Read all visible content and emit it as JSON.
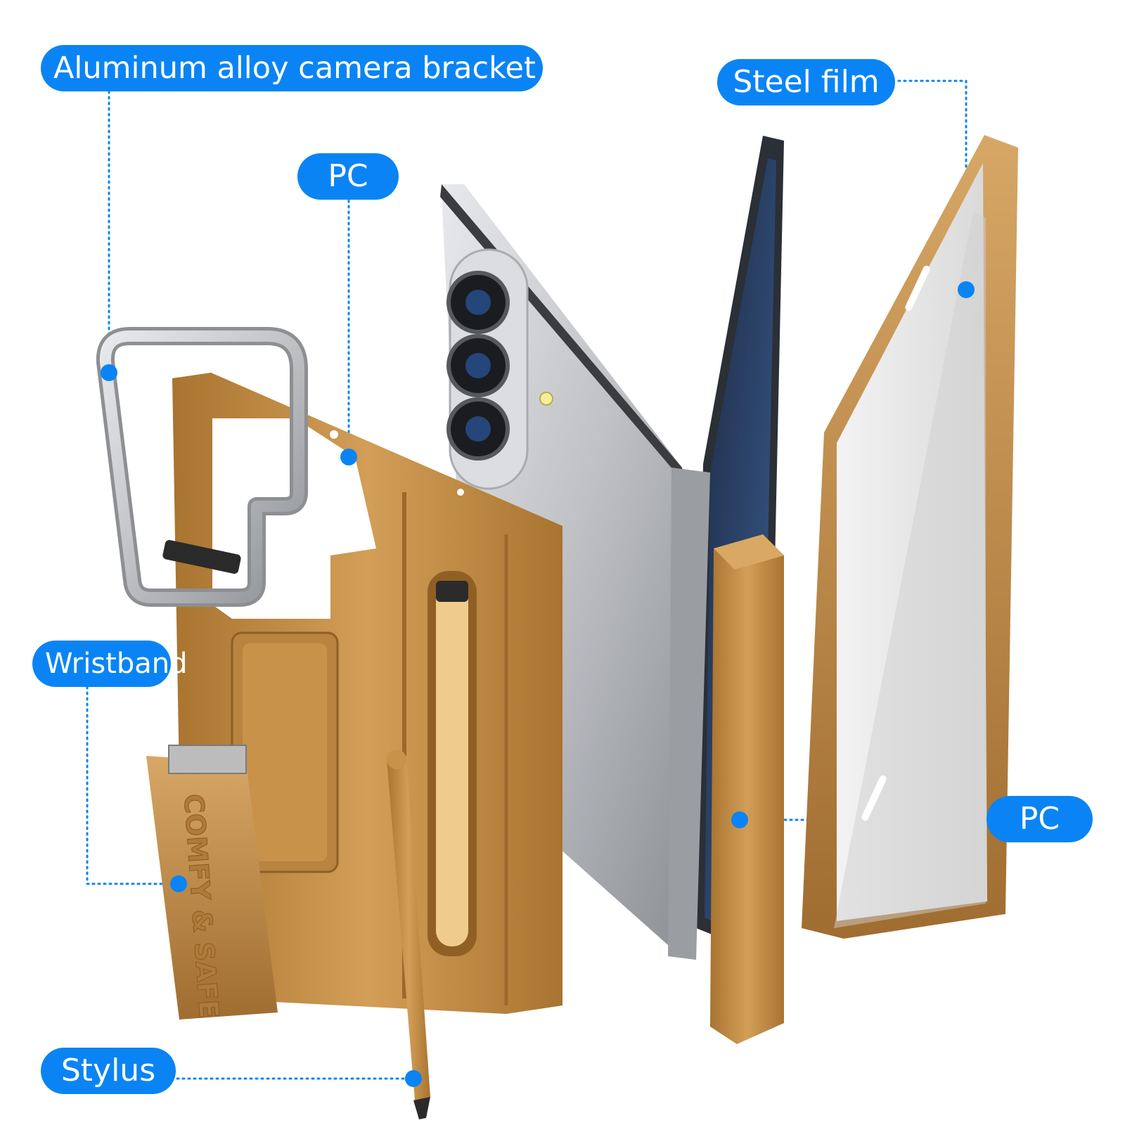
{
  "labels": {
    "bracket": "Aluminum alloy camera bracket",
    "pc_top": "PC",
    "steel_film": "Steel film",
    "wristband": "Wristband",
    "pc_right": "PC",
    "stylus": "Stylus"
  },
  "wristband_emboss": "COMFY & SAFE",
  "colors": {
    "label_bg": "#0a84f5",
    "label_text": "#ffffff",
    "dot": "#0a84f5",
    "case_gold": "#c8924a",
    "case_gold_dark": "#9c6a2c",
    "phone_silver": "#c9cbcf",
    "bracket_silver": "#b9bbbf"
  }
}
